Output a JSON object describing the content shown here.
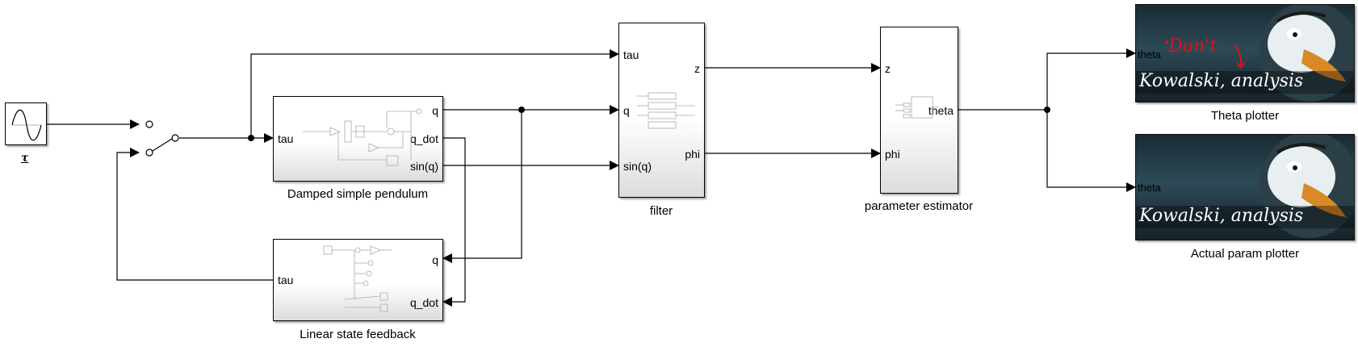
{
  "source": {
    "label": "τ",
    "icon": "sine-wave-icon"
  },
  "switch": {
    "icon": "manual-switch-icon"
  },
  "pendulum": {
    "title": "Damped simple pendulum",
    "in_tau": "tau",
    "out_q": "q",
    "out_qdot": "q_dot",
    "out_sinq": "sin(q)"
  },
  "feedback": {
    "title": "Linear state feedback",
    "out_tau": "tau",
    "in_q": "q",
    "in_qdot": "q_dot"
  },
  "filter": {
    "title": "filter",
    "in_tau": "tau",
    "in_q": "q",
    "in_sinq": "sin(q)",
    "out_z": "z",
    "out_phi": "phi"
  },
  "estimator": {
    "title": "parameter estimator",
    "in_z": "z",
    "in_phi": "phi",
    "out_theta": "theta"
  },
  "theta_plotter": {
    "title": "Theta plotter",
    "port": "theta",
    "meme_text": "Kowalski, analysis",
    "scribble": "Don't",
    "scribble_color": "#e0101a"
  },
  "actual_plotter": {
    "title": "Actual param plotter",
    "port": "theta",
    "meme_text": "Kowalski, analysis"
  },
  "colors": {
    "line": "#000000",
    "block_border": "#000000",
    "scope_dark": "#1f3440"
  }
}
